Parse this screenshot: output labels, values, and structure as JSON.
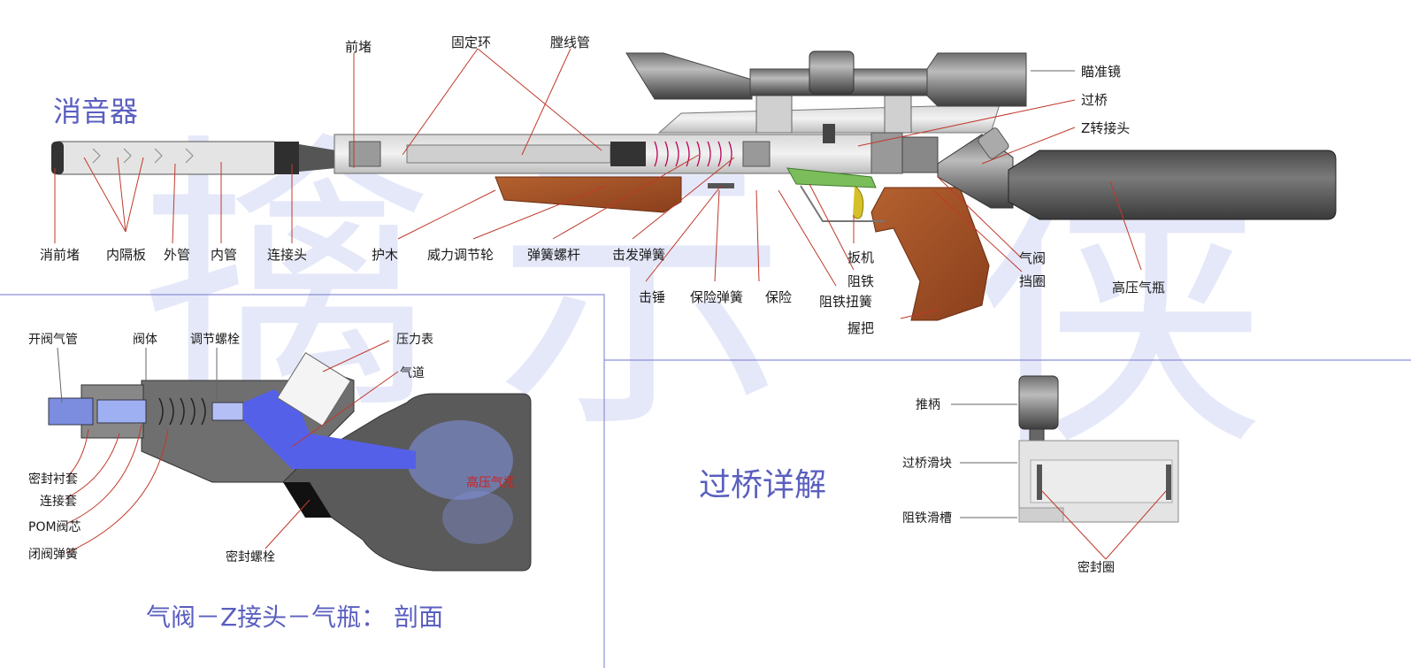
{
  "watermark": [
    "擒",
    "示",
    "侠"
  ],
  "silencer_title": "消音器",
  "bridge_title": "过桥详解",
  "section_title": "气阀－Z接头－气瓶：  剖面",
  "bottle_inner_label": "高压气瓶",
  "gun_labels": {
    "front_plug": "前堵",
    "fixing_ring": "固定环",
    "rifled_barrel": "膛线管",
    "scope": "瞄准镜",
    "bridge": "过桥",
    "z_adapter": "Z转接头",
    "muzzle_plug": "消前堵",
    "baffles": "内隔板",
    "outer_tube": "外管",
    "inner_tube": "内管",
    "connector": "连接头",
    "handguard": "护木",
    "power_wheel": "威力调节轮",
    "spring_screw": "弹簧螺杆",
    "hammer_spring": "击发弹簧",
    "hammer": "击锤",
    "safety_spring": "保险弹簧",
    "safety": "保险",
    "sear_spring": "阻铁扭簧",
    "trigger": "扳机",
    "sear": "阻铁",
    "valve": "气阀",
    "retainer": "挡圈",
    "grip": "握把",
    "bottle": "高压气瓶"
  },
  "valve_labels": {
    "open_tube": "开阀气管",
    "valve_body": "阀体",
    "adjust_bolt": "调节螺栓",
    "gauge": "压力表",
    "air_channel": "气道",
    "seal_bushing": "密封衬套",
    "connect_sleeve": "连接套",
    "pom_core": "POM阀芯",
    "close_spring": "闭阀弹簧",
    "seal_bolt": "密封螺栓"
  },
  "bridge_labels": {
    "push_handle": "推柄",
    "slider": "过桥滑块",
    "sear_slot": "阻铁滑槽",
    "seal_ring": "密封圈"
  },
  "colors": {
    "title_blue": "#5a5fbf",
    "leader_red": "#c0392b",
    "wood": "#a0522d",
    "metal_dark": "#5c5c5c",
    "metal_light": "#d9d9d9",
    "air_blue": "#5b5be8",
    "trigger_green": "#6aa84f",
    "trigger_yellow": "#c9b400"
  }
}
